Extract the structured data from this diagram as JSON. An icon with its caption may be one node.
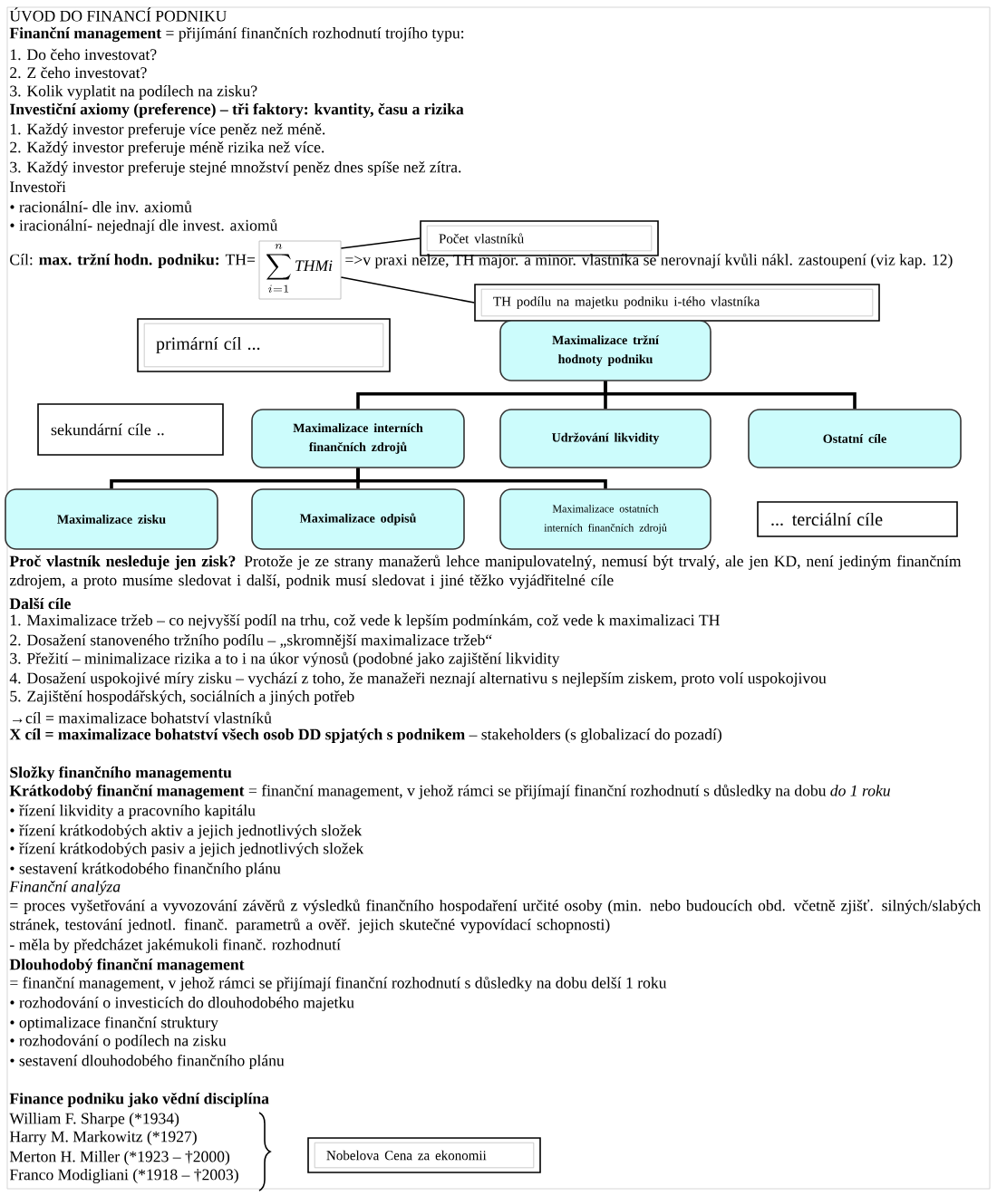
{
  "diagram": {
    "title": "ÚVOD DO FINANCÍ PODNIKU",
    "nodes": [
      {
        "text": [
          "Počet vlastníků"
        ]
      },
      {
        "text": [
          "TH podílu na majetku podniku i-tého vlastníka"
        ]
      },
      {
        "text": [
          "primární cíl ..."
        ]
      },
      {
        "text": [
          "Maximalizace tržní hodnoty podniku"
        ]
      },
      {
        "text": [
          "sekundární cíle .."
        ]
      },
      {
        "text": [
          "Maximalizace interních finančních zdrojů"
        ]
      },
      {
        "text": [
          "Udržování likvidity"
        ]
      },
      {
        "text": [
          "Ostatní cíle"
        ]
      },
      {
        "text": [
          "Maximalizace zisku"
        ]
      },
      {
        "text": [
          "Maximalizace odpisů"
        ]
      },
      {
        "text": [
          "Maximalizace ostatních interních finančních zdrojů"
        ]
      },
      {
        "text": [
          "... terciální cíle"
        ]
      },
      {
        "text": [
          "Nobelova Cena za ekonomii"
        ]
      },
      {
        "text": [],
        "shape": "box"
      }
    ],
    "edges": [
      {
        "from": 0,
        "to": 13,
        "arrow": "none"
      },
      {
        "from": 1,
        "to": 13,
        "arrow": "none"
      },
      {
        "from": 3,
        "to": 5,
        "arrow": "none"
      },
      {
        "from": 3,
        "to": 6,
        "arrow": "none"
      },
      {
        "from": 3,
        "to": 7,
        "arrow": "none"
      },
      {
        "from": 5,
        "to": 8,
        "arrow": "none"
      },
      {
        "from": 5,
        "to": 9,
        "arrow": "none"
      },
      {
        "from": 5,
        "to": 10,
        "arrow": "none"
      }
    ],
    "labels": [
      "**Finanční management** = přijímání finančních rozhodnutí trojího typu:",
      "1. Do čeho investovat?",
      "2. Z čeho investovat?",
      "3. Kolik vyplatit na podílech na zisku?",
      "Investiční axiomy (preference) – tři faktory: kvantity, času a rizika",
      "1. Každý investor preferuje více peněz než méně.",
      "2. Každý investor preferuje méně rizika než více.",
      "3. Každý investor preferuje stejné množství peněz dnes spíše než zítra.",
      "Investoři",
      "• racionální- dle inv. axiomů",
      "• iracionální- nejednají dle invest. axiomů",
      "Cíl: **max. tržní hodn. podniku:** TH=",
      "\\sum_{i=1}^{n} \\mathit{THMi}",
      "=>v praxi nelze, TH major. a minor. vlastníka se nerovnají kvůli nákl. zastoupení (viz kap. 12)",
      "**Proč vlastník nesleduje jen zisk?** Protože je ze strany manažerů lehce manipulovatelný, nemusí být trvalý, ale jen KD, není jediným finančním zdrojem, a proto musíme sledovat i další, podnik musí sledovat i jiné těžko vyjádřitelné cíle",
      "Další cíle",
      "1. Maximalizace tržeb – co nejvyšší podíl na trhu, což vede k lepším podmínkám, což vede k maximalizaci TH",
      "2. Dosažení stanoveného tržního podílu – „skromnější maximalizace tržeb“",
      "3. Přežití – minimalizace rizika a to i na úkor výnosů (podobné jako zajištění likvidity",
      "4. Dosažení uspokojivé míry zisku – vychází z toho, že manažeři neznají alternativu s nejlepším ziskem, proto volí uspokojivou",
      "5. Zajištění hospodářských, sociálních a jiných potřeb",
      "→cíl = maximalizace bohatství vlastníků",
      "**X cíl = maximalizace bohatství všech osob DD spjatých s podnikem** – stakeholders (s globalizací do pozadí)",
      "Složky finančního managementu",
      "**Krátkodobý finanční management** = finanční management, v jehož rámci se přijímají finanční rozhodnutí s důsledky na dobu *do 1 roku*",
      "• řízení likvidity a pracovního kapitálu",
      "• řízení krátkodobých aktiv a jejich jednotlivých složek",
      "• řízení krátkodobých pasiv a jejich jednotlivých složek",
      "• sestavení krátkodobého finančního plánu",
      "Finanční analýza",
      "= proces vyšetřování a vyvozování závěrů z výsledků finančního hospodaření určité osoby (min. nebo budoucích obd. včetně zjišť. silných/slabých stránek, testování jednotl. finanč. parametrů a ověř. jejich skutečné vypovídací schopnosti)",
      "- měla by předcházet jakémukoli finanč. rozhodnutí",
      "Dlouhodobý finanční management",
      "= finanční management, v jehož rámci se přijímají finanční rozhodnutí s důsledky na dobu delší 1 roku",
      "• rozhodování o investicích do dlouhodobého majetku",
      "• optimalizace finanční struktury",
      "• rozhodování o podílech na zisku",
      "• sestavení dlouhodobého finančního plánu",
      "Finance podniku jako vědní disciplína",
      "William F. Sharpe (*1934)",
      "Harry M. Markowitz (*1927)",
      "Merton H. Miller (*1923 – †2000)",
      "Franco Modigliani (*1918 – †2003)"
    ]
  }
}
